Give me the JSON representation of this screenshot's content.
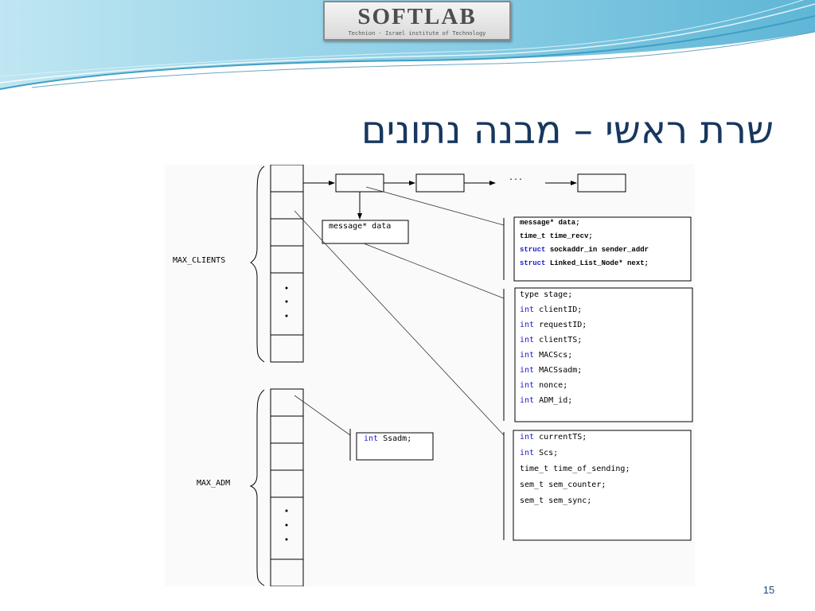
{
  "slide": {
    "title": "שרת ראשי – מבנה נתונים",
    "page_number": "15"
  },
  "logo": {
    "name": "SOFTLAB",
    "subtitle": "Technion · Israel institute of Technology"
  },
  "diagram": {
    "labels": {
      "max_clients": "MAX_CLIENTS",
      "max_adm": "MAX_ADM",
      "ellipsis": "...",
      "message_data": "message* data",
      "ssadm_type": "int",
      "ssadm_name": "Ssadm;"
    },
    "node_struct": [
      {
        "type": "message* data;",
        "name": ""
      },
      {
        "type": "time_t time_recv;",
        "name": ""
      },
      {
        "type": "struct",
        "name": "sockaddr_in sender_addr"
      },
      {
        "type": "struct",
        "name": "Linked_List_Node* next;"
      }
    ],
    "message_struct": [
      {
        "type": "type stage;",
        "name": ""
      },
      {
        "type": "int",
        "name": "clientID;"
      },
      {
        "type": "int",
        "name": "requestID;"
      },
      {
        "type": "int",
        "name": "clientTS;"
      },
      {
        "type": "int",
        "name": "MACScs;"
      },
      {
        "type": "int",
        "name": "MACSsadm;"
      },
      {
        "type": "int",
        "name": "nonce;"
      },
      {
        "type": "int",
        "name": "ADM_id;"
      }
    ],
    "client_struct": [
      {
        "type": "int",
        "name": "currentTS;"
      },
      {
        "type": "int",
        "name": "Scs;"
      },
      {
        "type": "time_t time_of_sending;",
        "name": ""
      },
      {
        "type": "sem_t sem_counter;",
        "name": ""
      },
      {
        "type": "sem_t sem_sync;",
        "name": ""
      }
    ]
  }
}
